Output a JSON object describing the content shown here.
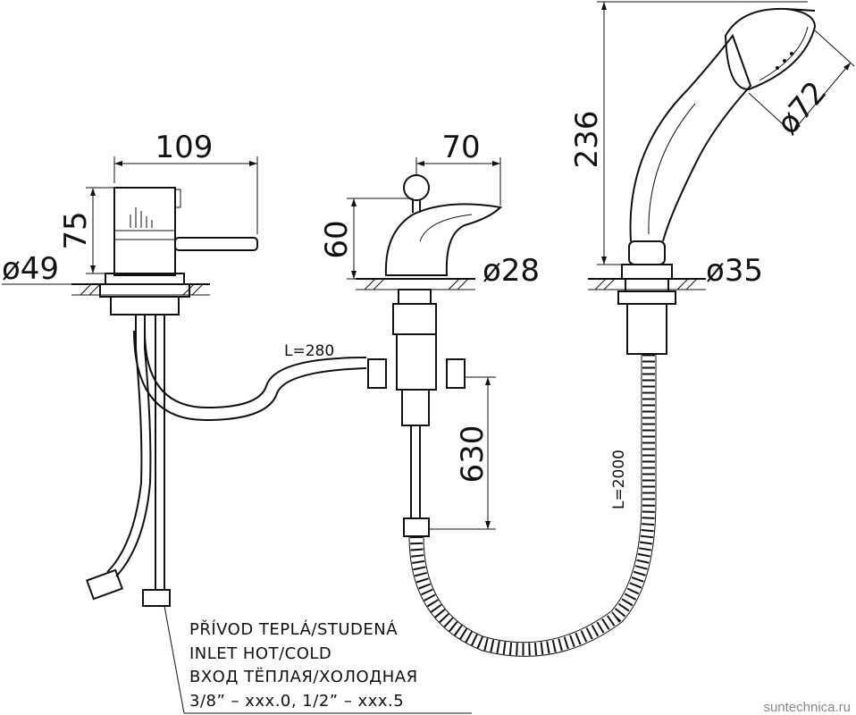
{
  "dimensions": {
    "mixer_width": "109",
    "mixer_height": "75",
    "mixer_diameter": "ø49",
    "spout_width": "70",
    "spout_height": "60",
    "spout_diameter": "ø28",
    "shower_height": "236",
    "shower_head_diameter": "ø72",
    "shower_holder_diameter": "ø35",
    "connector_length": "L=280",
    "drop_length": "630",
    "hose_length": "L=2000"
  },
  "notes": {
    "line_cz": "PŘÍVOD TEPLÁ/STUDENÁ",
    "line_en": "INLET HOT/COLD",
    "line_ru": "ВХОД ТЁПЛАЯ/ХОЛОДНАЯ",
    "line_sizes": "3/8”  –  xxx.0,  1/2”  –  xxx.5"
  },
  "watermark": "suntechnica.ru"
}
